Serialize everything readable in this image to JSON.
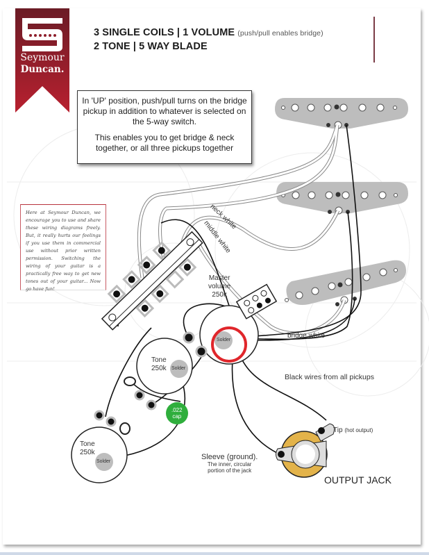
{
  "brand": {
    "line1": "Seymour",
    "line2": "Duncan.",
    "color": "#8e1f2c"
  },
  "header": {
    "title_line1": "3 SINGLE COILS | 1 VOLUME",
    "title_line1_sub": "(push/pull enables bridge)",
    "title_line2": "2 TONE | 5 WAY BLADE"
  },
  "info_box": {
    "para1": "In 'UP' position, push/pull turns on the bridge pickup in addition to whatever is selected on the 5-way switch.",
    "para2": "This enables you to get bridge & neck together, or all three pickups together"
  },
  "note": {
    "text": "Here at Seymour Duncan, we encourage you to use and share these wiring diagrams freely. But, it really hurts our feelings if you use them in commercial use without prior written permission. Switching the wiring of your guitar is a practically free way to get new tones out of your guitar... Now go have fun!"
  },
  "labels": {
    "neck_wire": "neck white",
    "middle_wire": "middle white",
    "bridge_wire": "bridge white",
    "master_volume": [
      "Master",
      "volume",
      "250k"
    ],
    "solder": "Solder",
    "tone1": [
      "Tone",
      "250k"
    ],
    "tone2": [
      "Tone",
      "250k"
    ],
    "cap": [
      ".022",
      "cap"
    ],
    "black_wires": "Black wires from all pickups",
    "tip": "Tip",
    "tip_sub": "(hot output)",
    "sleeve": "Sleeve (ground).",
    "sleeve_sub1": "The inner, circular",
    "sleeve_sub2": "portion of the jack",
    "output_jack": "OUTPUT JACK"
  },
  "colors": {
    "highlight_ring": "#e0262b",
    "cap_green": "#2fae3c",
    "jack_ring": "#e3b34a",
    "pickup_gray": "#b9b9b9"
  }
}
